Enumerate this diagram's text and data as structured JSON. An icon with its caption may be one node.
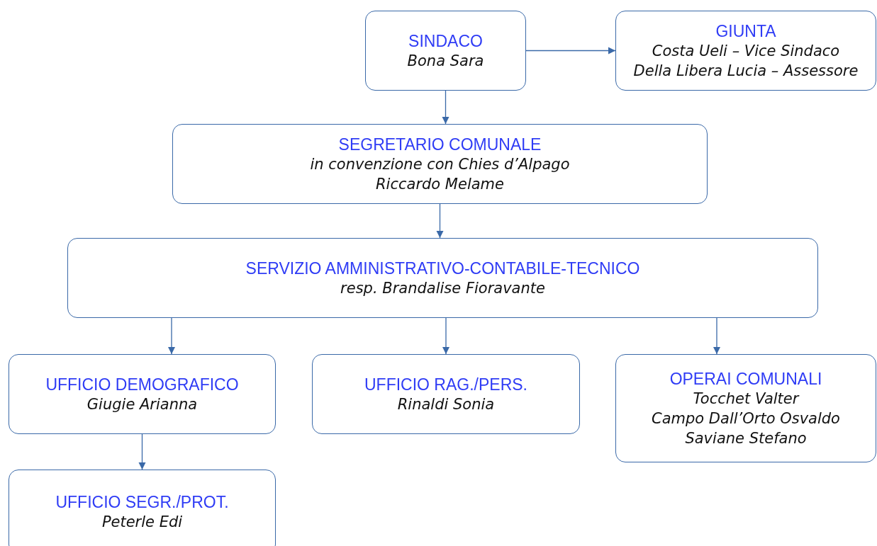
{
  "diagram": {
    "nodes": [
      {
        "text": [
          "SINDACO",
          "Bona Sara"
        ]
      },
      {
        "text": [
          "GIUNTA",
          "Costa Ueli – Vice Sindaco",
          "Della Libera Lucia – Assessore"
        ]
      },
      {
        "text": [
          "SEGRETARIO COMUNALE",
          "in convenzione con Chies d’Alpago",
          "Riccardo Melame"
        ]
      },
      {
        "text": [
          "SERVIZIO AMMINISTRATIVO-CONTABILE-TECNICO",
          "resp. Brandalise Fioravante"
        ]
      },
      {
        "text": [
          "UFFICIO DEMOGRAFICO",
          "Giugie Arianna"
        ]
      },
      {
        "text": [
          "UFFICIO RAG./PERS.",
          "Rinaldi Sonia"
        ]
      },
      {
        "text": [
          "OPERAI COMUNALI",
          "Tocchet Valter",
          "Campo Dall’Orto Osvaldo",
          "Saviane Stefano"
        ]
      },
      {
        "text": [
          "UFFICIO SEGR./PROT.",
          "Peterle Edi"
        ]
      }
    ],
    "edges": [
      {
        "from": 0,
        "to": 1,
        "arrow": "to"
      },
      {
        "from": 0,
        "to": 2,
        "arrow": "to"
      },
      {
        "from": 2,
        "to": 3,
        "arrow": "to"
      },
      {
        "from": 3,
        "to": 4,
        "arrow": "to"
      },
      {
        "from": 3,
        "to": 5,
        "arrow": "to"
      },
      {
        "from": 3,
        "to": 6,
        "arrow": "to"
      },
      {
        "from": 4,
        "to": 7,
        "arrow": "to"
      }
    ]
  }
}
